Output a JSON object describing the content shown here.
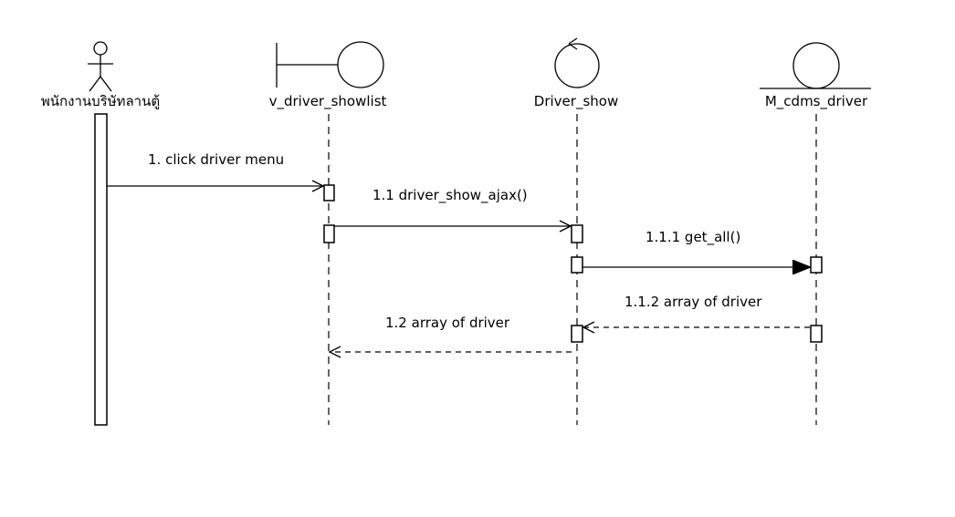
{
  "lifelines": {
    "actor": "พนักงานบริษัทลานตู้",
    "boundary": "v_driver_showlist",
    "control": "Driver_show",
    "entity": "M_cdms_driver"
  },
  "messages": {
    "m1": "1. click driver menu",
    "m1_1": "1.1 driver_show_ajax()",
    "m1_1_1": "1.1.1 get_all()",
    "m1_1_2": "1.1.2 array of driver",
    "m1_2": "1.2 array of driver"
  }
}
